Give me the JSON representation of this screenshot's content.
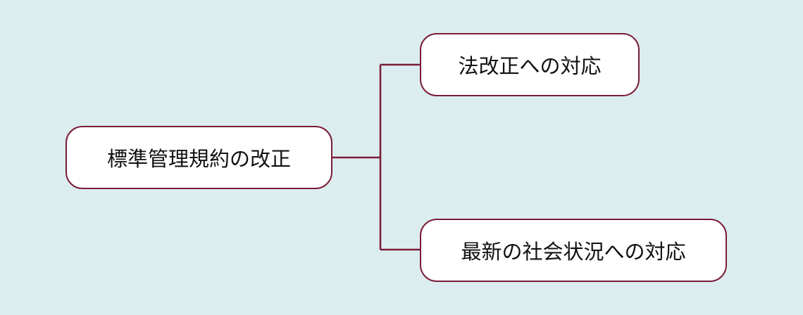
{
  "root": {
    "label": "標準管理規約の改正"
  },
  "children": [
    {
      "label": "法改正への対応"
    },
    {
      "label": "最新の社会状況への対応"
    }
  ],
  "colors": {
    "line": "#7a1c38",
    "background": "#dcedf0"
  }
}
